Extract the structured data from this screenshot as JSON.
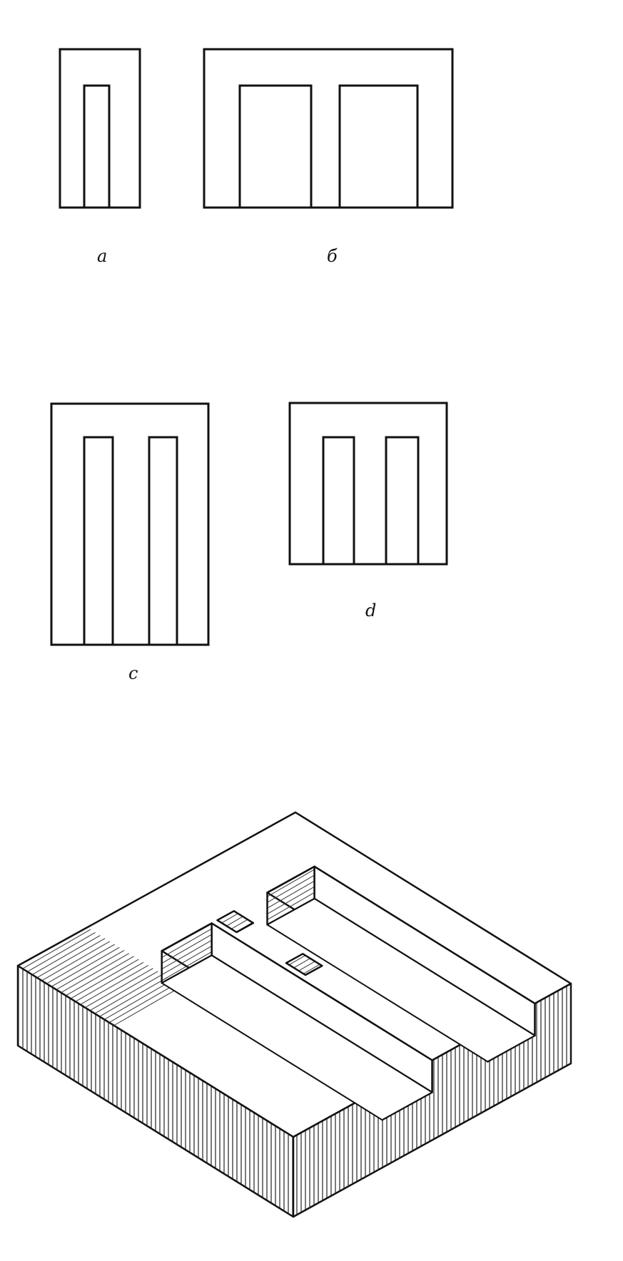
{
  "figures": [
    {
      "id": "a",
      "label": "a",
      "slots": 1
    },
    {
      "id": "b",
      "label": "б",
      "slots": 2
    },
    {
      "id": "c",
      "label": "c",
      "slots": 2
    },
    {
      "id": "d",
      "label": "d",
      "slots": 2
    }
  ],
  "block": {
    "grooves": 2,
    "stamps": [
      "stamp-1",
      "stamp-2"
    ]
  },
  "colors": {
    "ink": "#111111",
    "paper": "#ffffff"
  }
}
